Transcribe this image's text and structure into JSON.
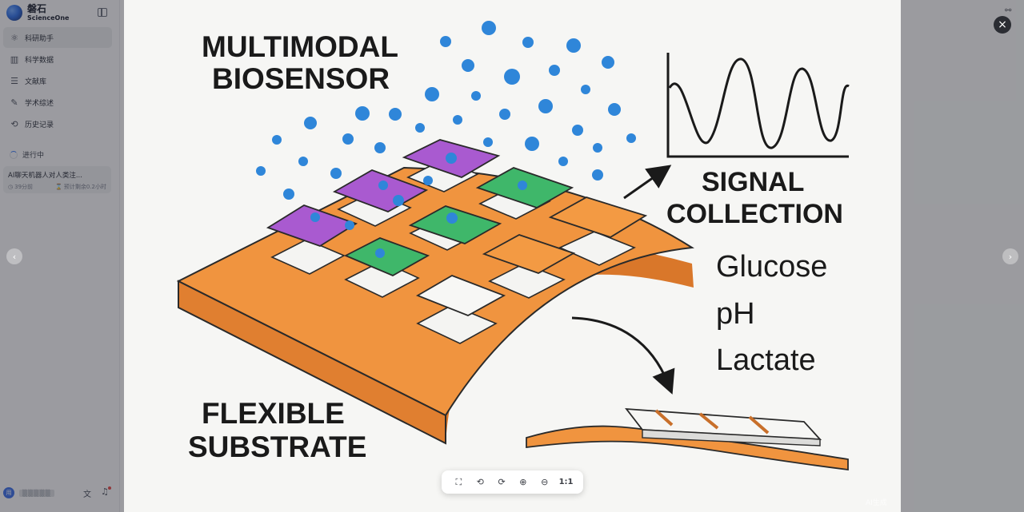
{
  "sidebar": {
    "brand_cn": "磐石",
    "brand_en": "ScienceOne",
    "nav": [
      {
        "label": "科研助手",
        "icon": "atom-icon",
        "active": true
      },
      {
        "label": "科学数据",
        "icon": "chart-icon",
        "active": false
      },
      {
        "label": "文献库",
        "icon": "stack-icon",
        "active": false
      },
      {
        "label": "学术综述",
        "icon": "pen-icon",
        "active": false
      },
      {
        "label": "历史记录",
        "icon": "history-icon",
        "active": false
      }
    ],
    "progress_label": "进行中",
    "task": {
      "title": "AI聊天机器人对人类注...",
      "time_ago": "39分前",
      "remaining": "预计剩余0.2小时"
    },
    "user": {
      "avatar": "用",
      "name": "▒▒▒▒▒"
    }
  },
  "viewer": {
    "close": "×",
    "prev": "‹",
    "next": "›",
    "toolbar": {
      "fullscreen": "⛶",
      "rotate_left": "⟲",
      "rotate_right": "⟳",
      "zoom_in": "⊕",
      "zoom_out": "⊖",
      "actual_size": "1:1"
    },
    "ai_badge": "AI生成"
  },
  "figure": {
    "title_line1": "MULTIMODAL",
    "title_line2": "BIOSENSOR",
    "signal_line1": "SIGNAL",
    "signal_line2": "COLLECTION",
    "analytes": [
      "Glucose",
      "pH",
      "Lactate"
    ],
    "substrate_line1": "FLEXIBLE",
    "substrate_line2": "SUBSTRATE",
    "colors": {
      "substrate": "#f0943f",
      "purple": "#a95ad0",
      "green": "#3fb76a",
      "orange": "#f39a43",
      "dots": "#2f86d9"
    }
  }
}
